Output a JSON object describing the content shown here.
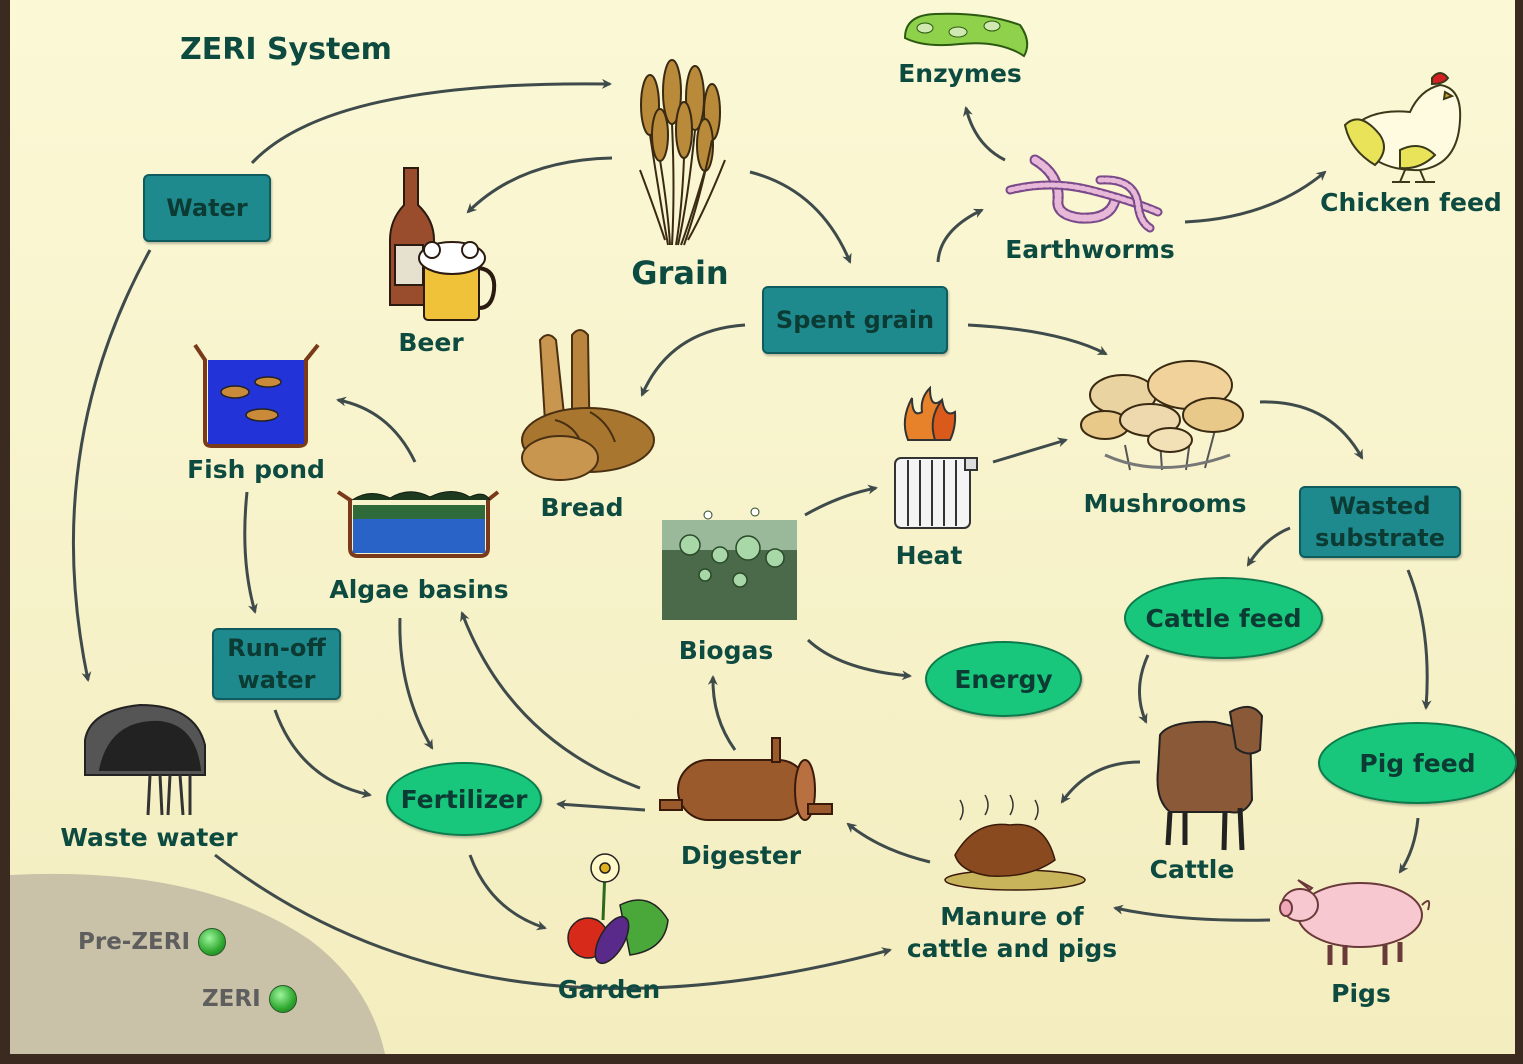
{
  "title": "ZERI System",
  "labels": {
    "grain": "Grain",
    "beer": "Beer",
    "enzymes": "Enzymes",
    "earthworms": "Earthworms",
    "chicken_feed": "Chicken feed",
    "bread": "Bread",
    "fish_pond": "Fish pond",
    "algae_basins": "Algae basins",
    "heat": "Heat",
    "mushrooms": "Mushrooms",
    "biogas": "Biogas",
    "digester": "Digester",
    "waste_water": "Waste water",
    "garden": "Garden",
    "manure_line1": "Manure of",
    "manure_line2": "cattle and pigs",
    "cattle": "Cattle",
    "pigs": "Pigs"
  },
  "boxes": {
    "water": "Water",
    "spent_grain": "Spent grain",
    "runoff_line1": "Run-off",
    "runoff_line2": "water",
    "wasted_line1": "Wasted",
    "wasted_line2": "substrate"
  },
  "ovals": {
    "cattle_feed": "Cattle feed",
    "energy": "Energy",
    "pig_feed": "Pig feed",
    "fertilizer": "Fertilizer"
  },
  "legend": {
    "pre_zeri": "Pre-ZERI",
    "zeri": "ZERI"
  },
  "colors": {
    "background": "#f8f4c9",
    "label_text": "#0d4a40",
    "box_fill": "#1f8a8e",
    "oval_fill": "#19c77c",
    "legend_panel": "#c9c2a8",
    "frame": "#3b2a20"
  }
}
